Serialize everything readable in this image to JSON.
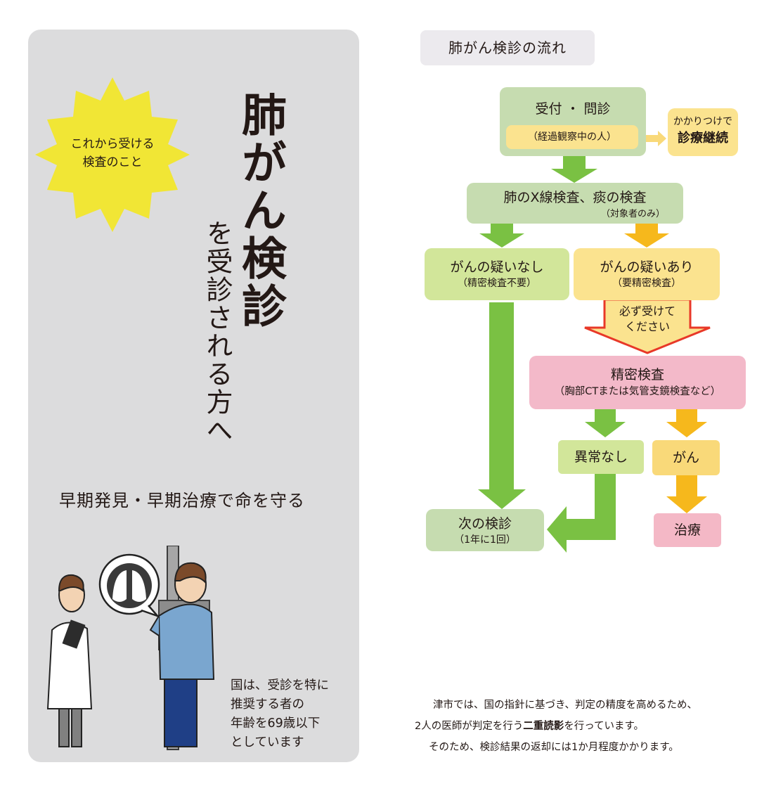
{
  "left": {
    "badge": [
      "これから受ける",
      "検査のこと"
    ],
    "title": "肺がん検診",
    "subtitle": "を受診される方へ",
    "tagline": "早期発見・早期治療で命を守る",
    "note": [
      "国は、受診を特に",
      "推奨する者の",
      "年齢を69歳以下",
      "としています"
    ]
  },
  "flow": {
    "heading": "肺がん検診の流れ",
    "reception": {
      "title": "受付 ・ 問診",
      "sub": "（経過観察中の人）"
    },
    "family_doctor": [
      "かかりつけで",
      "診療継続"
    ],
    "xray": {
      "title": "肺のX線検査、痰の検査",
      "sub": "（対象者のみ）"
    },
    "no_suspicion": {
      "title": "がんの疑いなし",
      "sub": "（精密検査不要）"
    },
    "suspicion": {
      "title": "がんの疑いあり",
      "sub": "（要精密検査）"
    },
    "must_take": [
      "必ず受けて",
      "ください"
    ],
    "detailed": {
      "title": "精密検査",
      "sub": "（胸部CTまたは気管支鏡検査など）"
    },
    "no_abnormal": "異常なし",
    "cancer": "がん",
    "next_exam": {
      "title": "次の検診",
      "sub": "（1年に1回）"
    },
    "treatment": "治療"
  },
  "footer": {
    "line1": "津市では、国の指針に基づき、判定の精度を高めるため、",
    "line2a": "2人の医師が判定を行う",
    "line2b": "二重読影",
    "line2c": "を行っています。",
    "line3": "そのため、検診結果の返却には1か月程度かかります。"
  },
  "colors": {
    "panel": "#dcdcdd",
    "star": "#f1e635",
    "green_arrow": "#7ac143",
    "yellow_arrow": "#f6b81c",
    "red_outline": "#e83828"
  }
}
